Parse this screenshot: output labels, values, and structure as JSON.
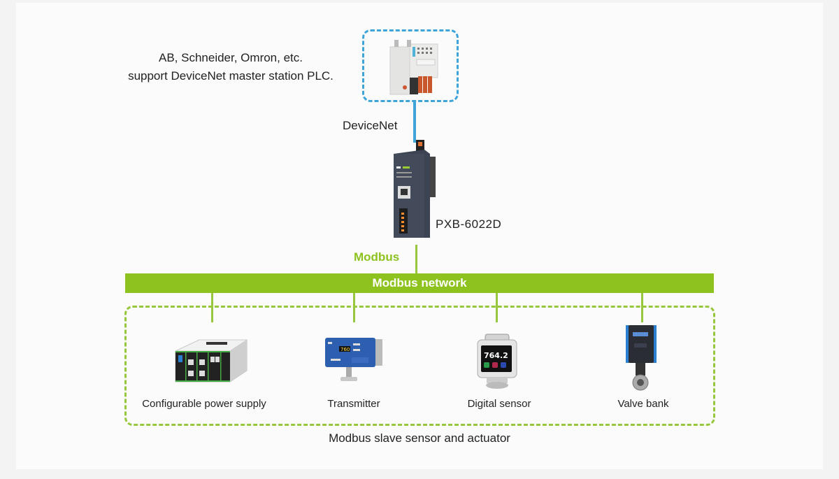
{
  "plc": {
    "caption_line1": "AB, Schneider, Omron, etc.",
    "caption_line2": "support DeviceNet master station PLC."
  },
  "links": {
    "devicenet": "DeviceNet",
    "modbus": "Modbus"
  },
  "gateway": {
    "model": "PXB-6022D"
  },
  "bus": {
    "label": "Modbus network"
  },
  "slaves": {
    "caption": "Modbus slave sensor and actuator",
    "devices": [
      {
        "label": "Configurable power supply"
      },
      {
        "label": "Transmitter",
        "display": "760"
      },
      {
        "label": "Digital sensor",
        "display": "764.2"
      },
      {
        "label": "Valve bank"
      }
    ]
  },
  "colors": {
    "devicenet": "#3fa4d8",
    "modbus": "#8dc21f"
  }
}
